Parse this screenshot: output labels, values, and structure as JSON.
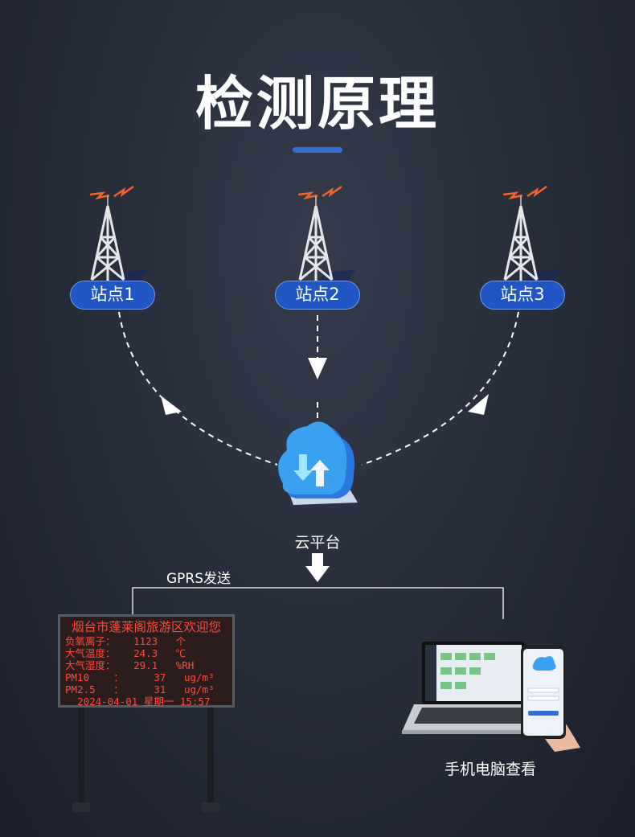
{
  "title": "检测原理",
  "stations": [
    {
      "label": "站点1"
    },
    {
      "label": "站点2"
    },
    {
      "label": "站点3"
    }
  ],
  "cloud_label": "云平台",
  "gprs_label": "GPRS发送",
  "viewer_label": "手机电脑查看",
  "led": {
    "header": "烟台市蓬莱阁旅游区欢迎您",
    "rows": [
      "负氧离子：   1123   个",
      "大气温度：   24.3   ℃",
      "大气湿度：   29.1   %RH",
      "PM10    ：     37   ug/m³",
      "PM2.5   ：     31   ug/m³",
      "  2024-04-01 星期一 15:57"
    ]
  },
  "colors": {
    "accent": "#2f6fd6",
    "led_text": "#ff4a3a"
  }
}
